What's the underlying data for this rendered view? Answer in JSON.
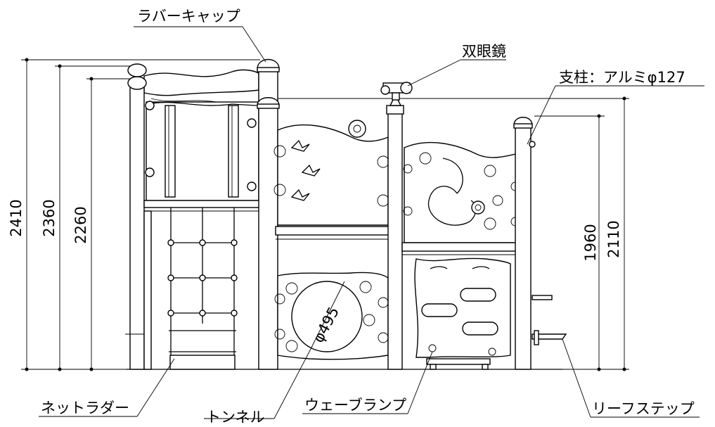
{
  "labels": {
    "rubber_cap": "ラバーキャップ",
    "binoculars": "双眼鏡",
    "post": "支柱：アルミφ127",
    "net_ladder": "ネットラダー",
    "tunnel": "トンネル",
    "wave_ramp": "ウェーブランプ",
    "leaf_step": "リーフステップ",
    "tunnel_diameter": "φ495"
  },
  "dimensions": {
    "left": [
      "2410",
      "2360",
      "2260"
    ],
    "right": [
      "1960",
      "2110"
    ]
  }
}
